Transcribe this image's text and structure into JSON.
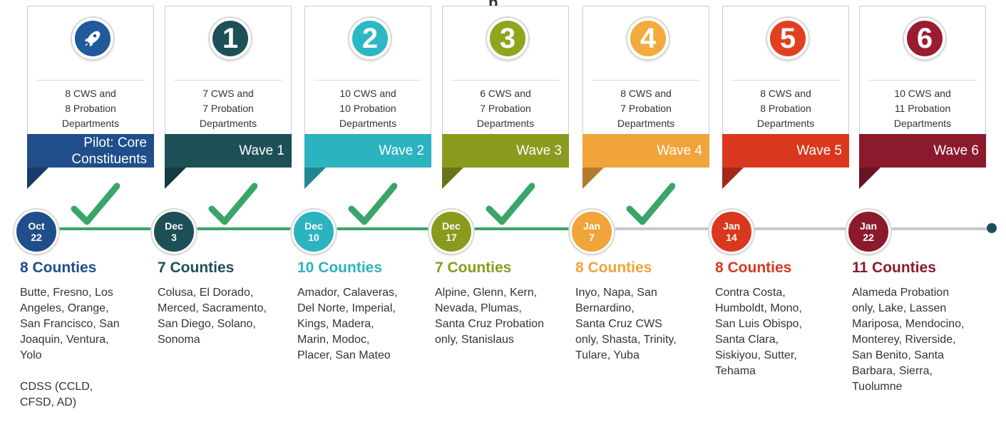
{
  "header_fragment": "p",
  "waves": [
    {
      "badge": "rocket-icon",
      "card_text": "8 CWS and\n8 Probation\nDepartments",
      "banner": "Pilot: Core\nConstituents",
      "date_month": "Oct",
      "date_day": "22",
      "completed": true,
      "counties_title": "8 Counties",
      "counties_list": "Butte, Fresno, Los\nAngeles, Orange,\nSan Francisco, San\nJoaquin, Ventura,\nYolo\n\nCDSS (CCLD,\nCFSD, AD)",
      "color": "#1f4e8a",
      "badge_color": "#1f5a9a"
    },
    {
      "badge": "1",
      "card_text": "7 CWS and\n7 Probation\nDepartments",
      "banner": "Wave 1",
      "date_month": "Dec",
      "date_day": "3",
      "completed": true,
      "counties_title": "7 Counties",
      "counties_list": "Colusa, El Dorado,\nMerced, Sacramento,\nSan Diego, Solano,\nSonoma",
      "color": "#1d4f57",
      "badge_color": "#1d4f57"
    },
    {
      "badge": "2",
      "card_text": "10 CWS and\n10 Probation\nDepartments",
      "banner": "Wave 2",
      "date_month": "Dec",
      "date_day": "10",
      "completed": true,
      "counties_title": "10 Counties",
      "counties_list": "Amador, Calaveras,\nDel Norte, Imperial,\nKings, Madera,\nMarin, Modoc,\nPlacer, San Mateo",
      "color": "#2bb3c0",
      "badge_color": "#2bb8c4"
    },
    {
      "badge": "3",
      "card_text": "6 CWS and\n7 Probation\nDepartments",
      "banner": "Wave 3",
      "date_month": "Dec",
      "date_day": "17",
      "completed": true,
      "counties_title": "7 Counties",
      "counties_list": "Alpine, Glenn, Kern,\nNevada, Plumas,\nSanta Cruz Probation\nonly, Stanislaus",
      "color": "#8a9a1c",
      "badge_color": "#8ea51c"
    },
    {
      "badge": "4",
      "card_text": "8 CWS and\n7 Probation\nDepartments",
      "banner": "Wave 4",
      "date_month": "Jan",
      "date_day": "7",
      "completed": true,
      "counties_title": "8 Counties",
      "counties_list": "Inyo, Napa, San\nBernardino,\nSanta Cruz CWS\nonly, Shasta, Trinity,\nTulare, Yuba",
      "color": "#f0a43a",
      "badge_color": "#f2ab3c"
    },
    {
      "badge": "5",
      "card_text": "8 CWS and\n8 Probation\nDepartments",
      "banner": "Wave 5",
      "date_month": "Jan",
      "date_day": "14",
      "completed": false,
      "counties_title": "8 Counties",
      "counties_list": "Contra Costa,\nHumboldt, Mono,\nSan Luis Obispo,\nSanta Clara,\nSiskiyou, Sutter,\nTehama",
      "color": "#d9381e",
      "badge_color": "#e0401f"
    },
    {
      "badge": "6",
      "card_text": "10 CWS and\n11 Probation\nDepartments",
      "banner": "Wave 6",
      "date_month": "Jan",
      "date_day": "22",
      "completed": false,
      "counties_title": "11 Counties",
      "counties_list": "Alameda Probation\nonly, Lake, Lassen\nMariposa, Mendocino,\nMonterey, Riverside,\nSan Benito, Santa\nBarbara, Sierra,\nTuolumne",
      "color": "#8b1a2c",
      "badge_color": "#9a1c30"
    }
  ],
  "colors": {
    "completed_line": "#3aa569",
    "pending_line": "#c8c8c8",
    "check": "#3aa569"
  }
}
